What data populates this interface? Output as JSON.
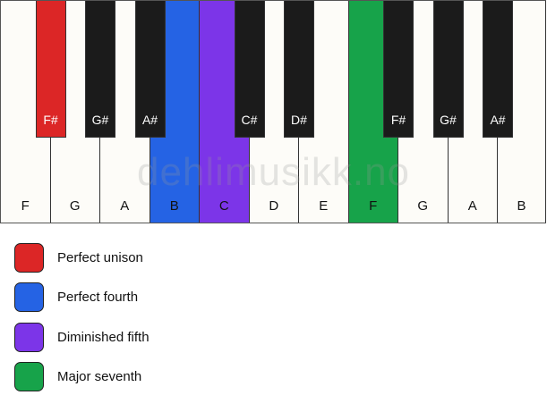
{
  "keyboard": {
    "white_keys": [
      {
        "label": "F",
        "color": "#fdfcf8"
      },
      {
        "label": "G",
        "color": "#fdfcf8"
      },
      {
        "label": "A",
        "color": "#fdfcf8"
      },
      {
        "label": "B",
        "color": "#2563e4"
      },
      {
        "label": "C",
        "color": "#7c35e8"
      },
      {
        "label": "D",
        "color": "#fdfcf8"
      },
      {
        "label": "E",
        "color": "#fdfcf8"
      },
      {
        "label": "F",
        "color": "#17a34a"
      },
      {
        "label": "G",
        "color": "#fdfcf8"
      },
      {
        "label": "A",
        "color": "#fdfcf8"
      },
      {
        "label": "B",
        "color": "#fdfcf8"
      }
    ],
    "black_keys": [
      {
        "label": "F#",
        "color": "#dc2626"
      },
      {
        "label": "G#",
        "color": "#1b1b1b"
      },
      {
        "label": "A#",
        "color": "#1b1b1b"
      },
      {
        "label": "C#",
        "color": "#1b1b1b"
      },
      {
        "label": "D#",
        "color": "#1b1b1b"
      },
      {
        "label": "F#",
        "color": "#1b1b1b"
      },
      {
        "label": "G#",
        "color": "#1b1b1b"
      },
      {
        "label": "A#",
        "color": "#1b1b1b"
      }
    ],
    "watermark": "dehlimusikk.no"
  },
  "legend": [
    {
      "label": "Perfect unison",
      "color": "#dc2626"
    },
    {
      "label": "Perfect fourth",
      "color": "#2563e4"
    },
    {
      "label": "Diminished fifth",
      "color": "#7c35e8"
    },
    {
      "label": "Major seventh",
      "color": "#17a34a"
    }
  ]
}
